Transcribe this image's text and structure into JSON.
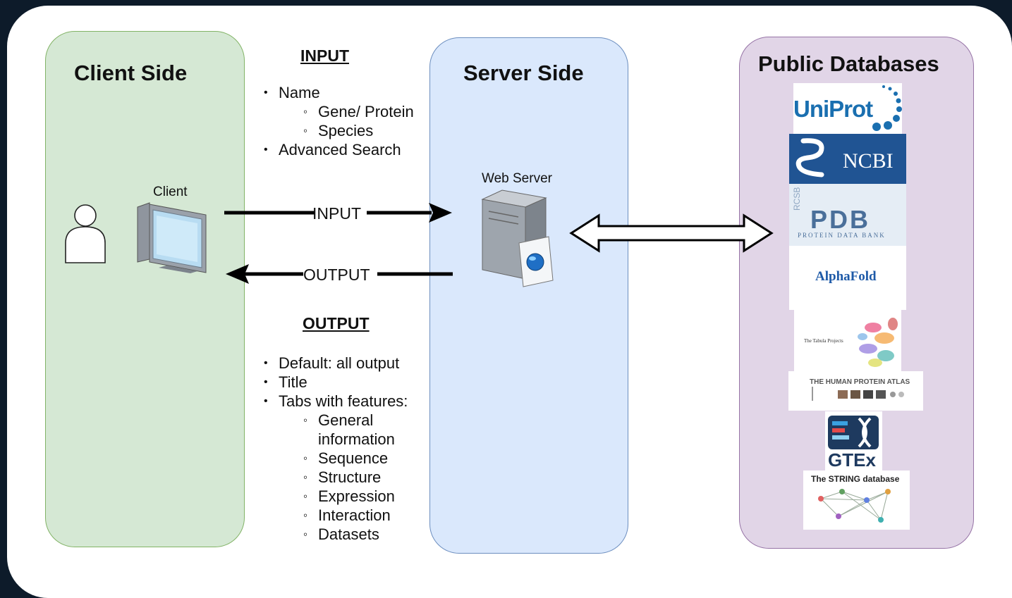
{
  "panels": {
    "client_title": "Client Side",
    "server_title": "Server Side",
    "public_title": "Public Databases"
  },
  "client": {
    "label": "Client"
  },
  "server": {
    "label": "Web Server"
  },
  "input_section": {
    "heading": "INPUT",
    "items": [
      "Name",
      "Gene/ Protein",
      "Species",
      "Advanced Search"
    ]
  },
  "output_section": {
    "heading": "OUTPUT",
    "items": [
      "Default: all output",
      "Title",
      "Tabs with features:",
      "General",
      "information",
      "Sequence",
      "Structure",
      "Expression",
      "Interaction",
      "Datasets"
    ]
  },
  "arrows": {
    "input_label": "INPUT",
    "output_label": "OUTPUT"
  },
  "databases": [
    {
      "name": "UniProt",
      "logo_text": "UniProt",
      "color": "#1f77b4"
    },
    {
      "name": "NCBI",
      "logo_text": "NCBI",
      "color": "#205493"
    },
    {
      "name": "RCSB PDB",
      "logo_text": "PDB",
      "sub_text": "PROTEIN DATA BANK",
      "side_text": "RCSB",
      "color": "#4a6f9a"
    },
    {
      "name": "AlphaFold",
      "logo_text": "AlphaFold",
      "color": "#1e5aa8"
    },
    {
      "name": "The Tabula Projects",
      "logo_text": "The Tabula Projects"
    },
    {
      "name": "The Human Protein Atlas",
      "logo_text": "THE HUMAN PROTEIN ATLAS"
    },
    {
      "name": "GTEx",
      "logo_text": "GTEx"
    },
    {
      "name": "The STRING database",
      "logo_text": "The STRING database"
    }
  ],
  "colors": {
    "background": "#0d1b2a",
    "client_fill": "#d5e8d4",
    "client_stroke": "#82b366",
    "server_fill": "#dae8fc",
    "server_stroke": "#6c8ebf",
    "public_fill": "#e1d5e7",
    "public_stroke": "#9673a6"
  }
}
